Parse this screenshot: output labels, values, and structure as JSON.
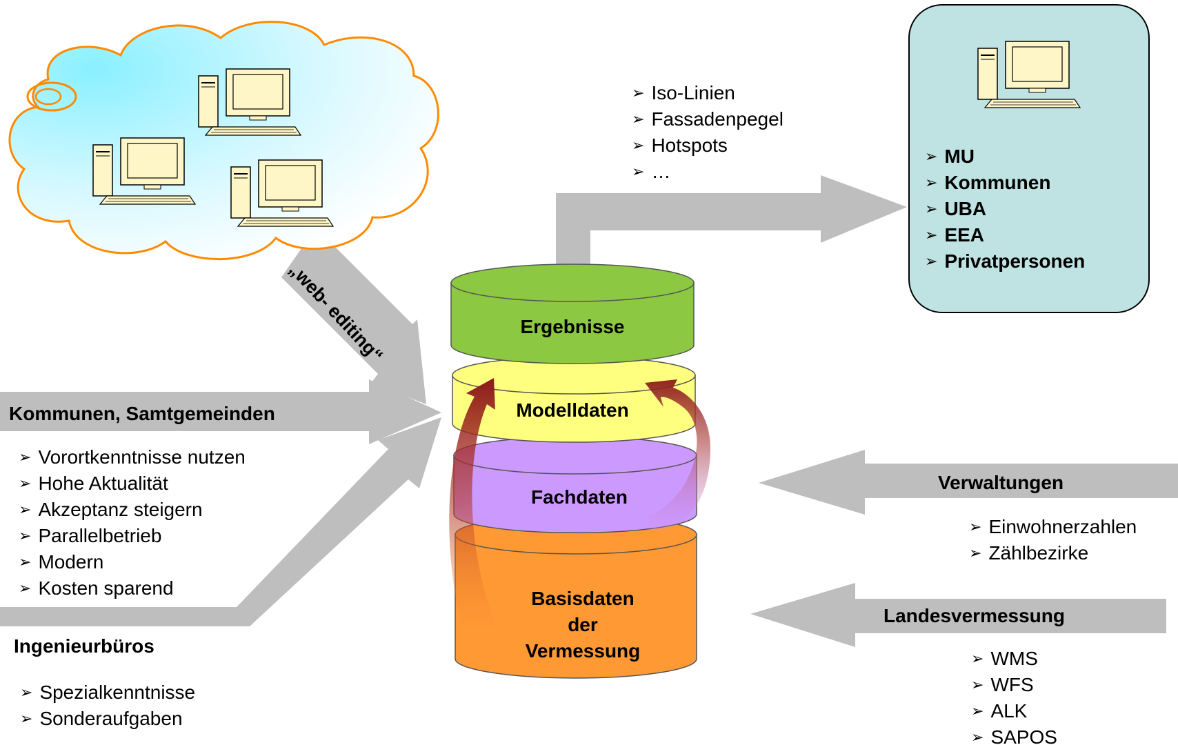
{
  "results_list": [
    "Iso-Linien",
    "Fassadenpegel",
    "Hotspots",
    "…"
  ],
  "recipients": [
    "MU",
    "Kommunen",
    "UBA",
    "EEA",
    "Privatpersonen"
  ],
  "web_editing_label": "„web- editing“",
  "layers": {
    "results": "Ergebnisse",
    "model": "Modelldaten",
    "domain": "Fachdaten",
    "base": [
      "Basisdaten",
      "der",
      "Vermessung"
    ]
  },
  "municipalities": {
    "title": "Kommunen, Samtgemeinden",
    "items": [
      "Vorortkenntnisse nutzen",
      "Hohe Aktualität",
      "Akzeptanz steigern",
      "Parallelbetrieb",
      "Modern",
      "Kosten sparend"
    ]
  },
  "engineering": {
    "title": "Ingenieurbüros",
    "items": [
      "Spezialkenntnisse",
      "Sonderaufgaben"
    ]
  },
  "administration": {
    "title": "Verwaltungen",
    "items": [
      "Einwohnerzahlen",
      "Zählbezirke"
    ]
  },
  "survey": {
    "title": "Landesvermessung",
    "items": [
      "WMS",
      "WFS",
      "ALK",
      "SAPOS"
    ]
  },
  "colors": {
    "arrow": "#bebebe",
    "results_layer": "#8cc841",
    "model_layer": "#ffff7f",
    "domain_layer": "#cc99ff",
    "base_layer": "#ff9933",
    "recipient_box": "#bfe2e2",
    "cloud_fill": "#b8f5ff",
    "curved_arrow": "#8b2020"
  }
}
